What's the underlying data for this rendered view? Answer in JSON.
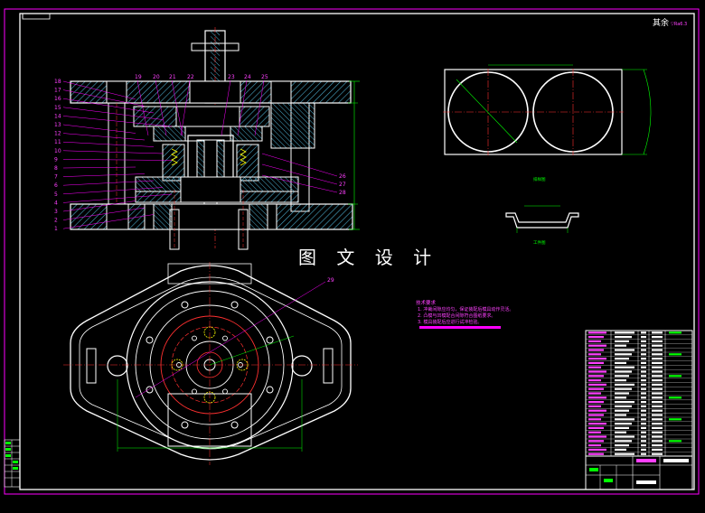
{
  "drawing": {
    "corner_label": "其余",
    "watermark": "图 文 设 计",
    "part_labels_left": [
      "18",
      "17",
      "16",
      "15",
      "14",
      "13",
      "12",
      "11",
      "10",
      "9",
      "8",
      "7",
      "6",
      "5",
      "4",
      "3",
      "2",
      "1"
    ],
    "part_labels_top": [
      "19",
      "20",
      "21",
      "22",
      "23",
      "24",
      "25"
    ],
    "part_labels_right": [
      "26",
      "27",
      "28"
    ],
    "plan_callout": "29",
    "blank_caption": "排样图",
    "part_caption": "工件图",
    "notes_title": "技术要求",
    "notes": [
      "1. 冲裁间隙应均匀，保证装配后模具动作灵活。",
      "2. 凸模与凹模配合间隙符合图纸要求。",
      "3. 模具装配后应进行试冲检验。"
    ]
  },
  "colors": {
    "frame": "#ff00ff",
    "outline": "#ffffff",
    "center": "#ff3030",
    "dimension": "#00ff00",
    "hatch": "#4aa8c8",
    "hidden": "#ffff00"
  }
}
